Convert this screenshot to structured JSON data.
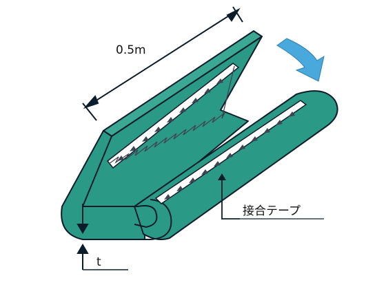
{
  "labels": {
    "length": "0.5m",
    "tape": "接合テープ",
    "thickness": "t"
  },
  "colors": {
    "belt": "#2a9a86",
    "belt_inner": "#3aa892",
    "outline": "#0b1c2a",
    "tape": "#ffffff",
    "tape_teeth": "#3d4650",
    "arrow": "#4aa9dc"
  },
  "icons": {
    "fold_direction": "curved-arrow-icon",
    "thickness_down": "arrow-down-icon",
    "thickness_up": "arrow-up-icon"
  }
}
